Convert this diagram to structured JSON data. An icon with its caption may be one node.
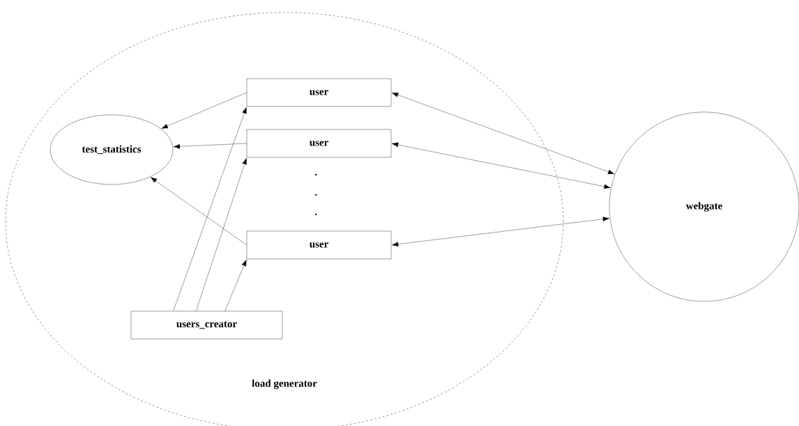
{
  "diagram": {
    "nodes": [
      {
        "text": [
          "load generator"
        ]
      },
      {
        "text": [
          "test_statistics"
        ],
        "in": 0
      },
      {
        "text": [
          "user"
        ],
        "in": 0
      },
      {
        "text": [
          "user"
        ],
        "in": 0
      },
      {
        "text": [
          "user"
        ],
        "in": 0
      },
      {
        "text": [
          "users_creator"
        ],
        "in": 0
      },
      {
        "text": [
          "webgate"
        ]
      }
    ],
    "edges": [
      {
        "from": 2,
        "to": 1,
        "arrow": "to"
      },
      {
        "from": 3,
        "to": 1,
        "arrow": "to"
      },
      {
        "from": 4,
        "to": 1,
        "arrow": "to"
      },
      {
        "from": 5,
        "to": 2,
        "arrow": "to"
      },
      {
        "from": 5,
        "to": 3,
        "arrow": "to"
      },
      {
        "from": 5,
        "to": 4,
        "arrow": "to"
      },
      {
        "from": 2,
        "to": 6,
        "arrow": "both"
      },
      {
        "from": 3,
        "to": 6,
        "arrow": "both"
      },
      {
        "from": 4,
        "to": 6,
        "arrow": "both"
      }
    ],
    "labels": [
      ".",
      ".",
      "."
    ]
  }
}
